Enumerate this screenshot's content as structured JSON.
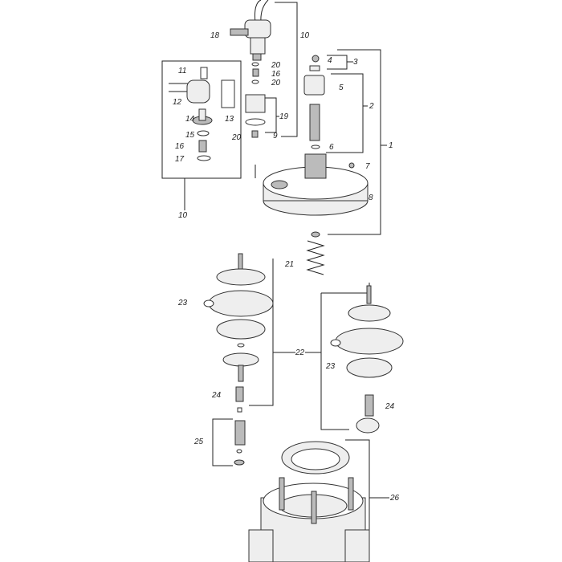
{
  "diagram": {
    "type": "exploded-parts-view",
    "callouts": {
      "c18": "18",
      "c10a": "10",
      "c4": "4",
      "c3": "3",
      "c20a": "20",
      "c16a": "16",
      "c20b": "20",
      "c11": "11",
      "c5": "5",
      "c2": "2",
      "c12": "12",
      "c13": "13",
      "c19": "19",
      "c14": "14",
      "c15": "15",
      "c20c": "20",
      "c9": "9",
      "c6": "6",
      "c1": "1",
      "c16b": "16",
      "c17": "17",
      "c7": "7",
      "c8": "8",
      "c10b": "10",
      "c21": "21",
      "c23a": "23",
      "c22": "22",
      "c23b": "23",
      "c24a": "24",
      "c24b": "24",
      "c25": "25",
      "c26": "26"
    }
  }
}
